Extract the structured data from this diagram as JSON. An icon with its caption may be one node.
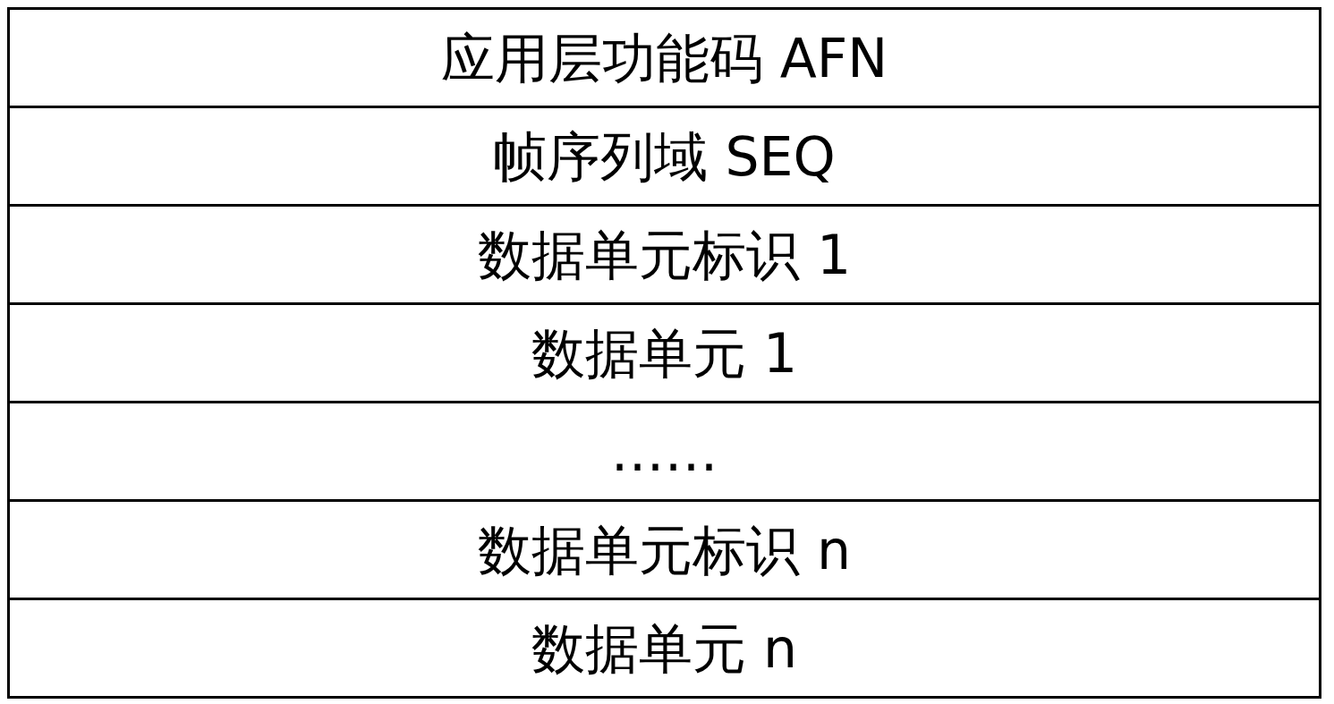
{
  "diagram": {
    "nodes": [
      {
        "text": [
          "应用层功能码 AFN"
        ]
      },
      {
        "text": [
          "帧序列域 SEQ"
        ]
      },
      {
        "text": [
          "数据单元标识 1"
        ]
      },
      {
        "text": [
          "数据单元 1"
        ]
      },
      {
        "text": [
          "……"
        ]
      },
      {
        "text": [
          "数据单元标识 n"
        ]
      },
      {
        "text": [
          "数据单元 n"
        ]
      }
    ]
  }
}
